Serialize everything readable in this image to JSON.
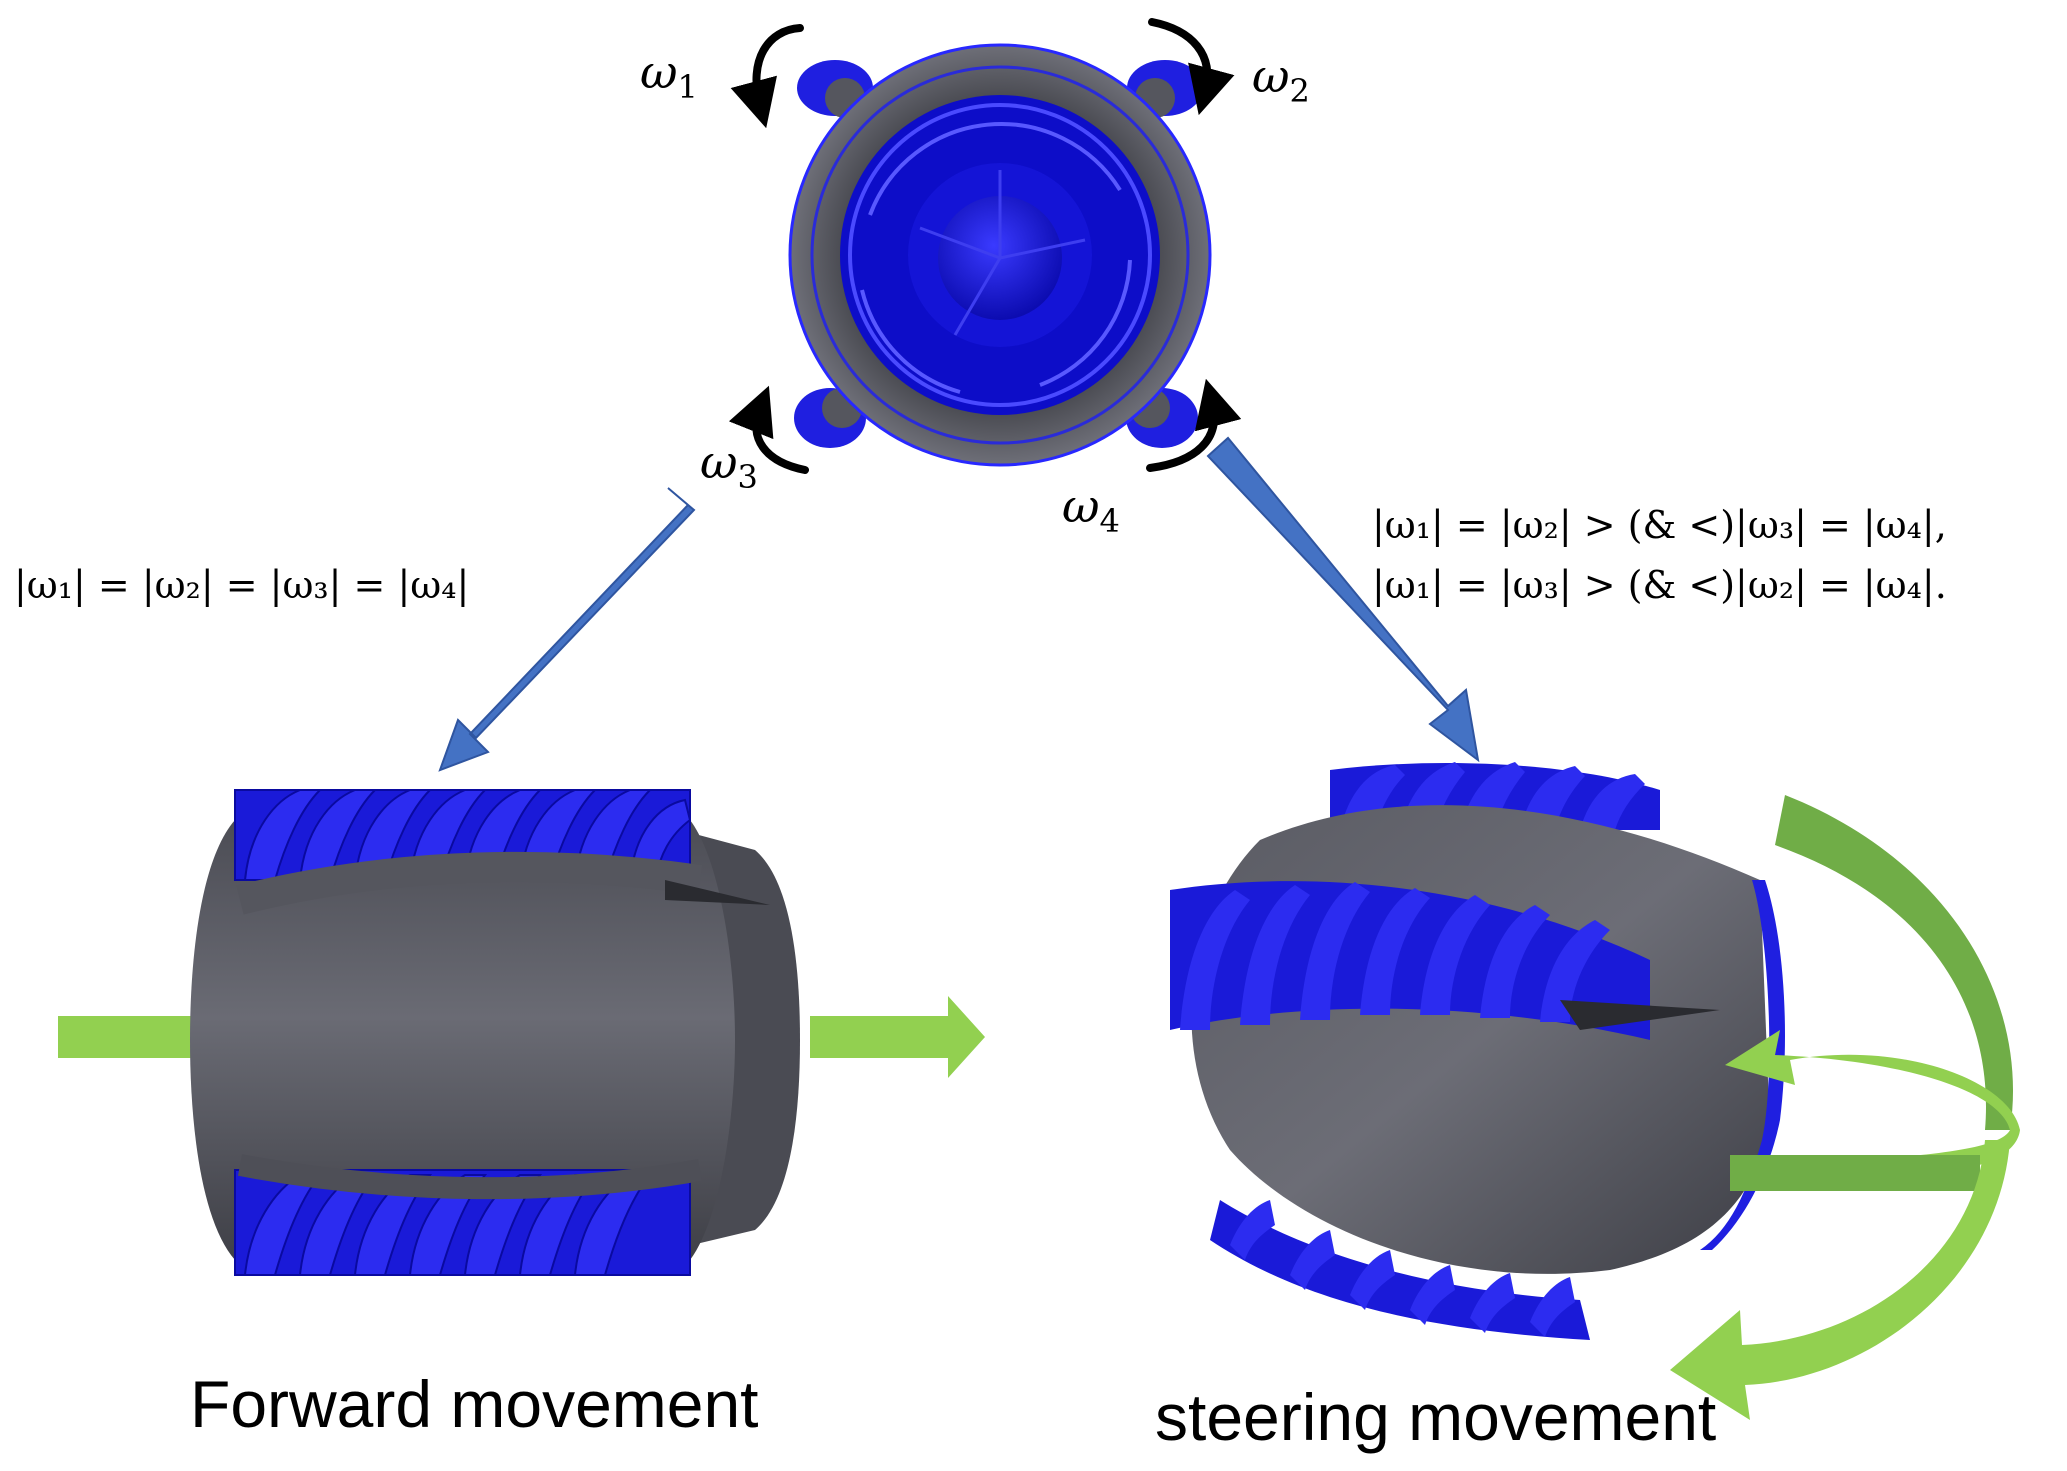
{
  "rotation_labels": {
    "w1": {
      "base": "ω",
      "sub": "1"
    },
    "w2": {
      "base": "ω",
      "sub": "2"
    },
    "w3": {
      "base": "ω",
      "sub": "3"
    },
    "w4": {
      "base": "ω",
      "sub": "4"
    }
  },
  "equations": {
    "forward": "|ω₁| = |ω₂| = |ω₃| = |ω₄|",
    "steering_1": "|ω₁| = |ω₂| > (& <)|ω₃| = |ω₄|,",
    "steering_2": "|ω₁| = |ω₃| > (& <)|ω₂| = |ω₄|."
  },
  "captions": {
    "forward": "Forward movement",
    "steering": "steering movement"
  },
  "colors": {
    "blade_blue": "#1f1fe0",
    "body_gray": "#5f6068",
    "arrow_steel_blue": "#4472c4",
    "motion_green_light": "#92d050",
    "motion_green_dark": "#70ad47",
    "rotation_arrow": "#000000"
  }
}
